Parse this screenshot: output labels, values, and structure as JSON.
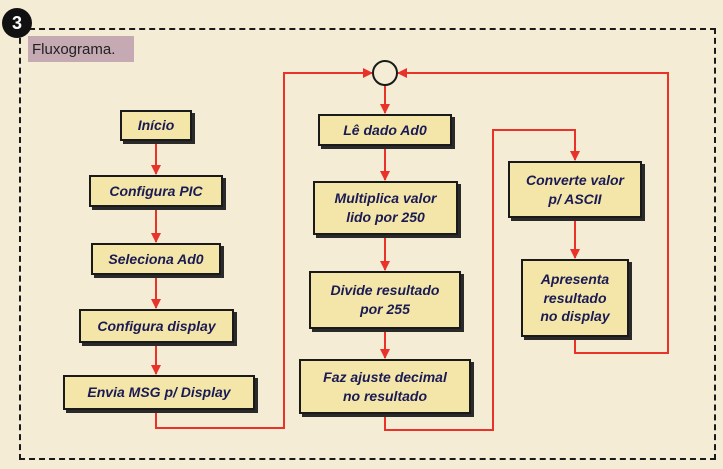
{
  "figure": {
    "number": "3",
    "caption": "Fluxograma."
  },
  "flowchart": {
    "column1": [
      {
        "id": "inicio",
        "label": "Início"
      },
      {
        "id": "configura-pic",
        "label": "Configura PIC"
      },
      {
        "id": "seleciona-ad0",
        "label": "Seleciona Ad0"
      },
      {
        "id": "configura-display",
        "label": "Configura display"
      },
      {
        "id": "envia-msg",
        "label": "Envia MSG p/ Display"
      }
    ],
    "column2": [
      {
        "id": "le-dado",
        "label": "Lê dado Ad0"
      },
      {
        "id": "multiplica",
        "label": "Multiplica valor\nlido por 250"
      },
      {
        "id": "divide",
        "label": "Divide resultado\npor 255"
      },
      {
        "id": "ajuste",
        "label": "Faz ajuste decimal\nno resultado"
      }
    ],
    "column3": [
      {
        "id": "converte",
        "label": "Converte valor\np/ ASCII"
      },
      {
        "id": "apresenta",
        "label": "Apresenta\nresultado\nno display"
      }
    ],
    "colors": {
      "arrow": "#e8322a",
      "box_fill": "#f4e6a8",
      "box_border": "#1a1a1a",
      "text": "#1a1a55",
      "background": "#f4ecd4",
      "caption_bg": "#c5a9b3"
    }
  }
}
